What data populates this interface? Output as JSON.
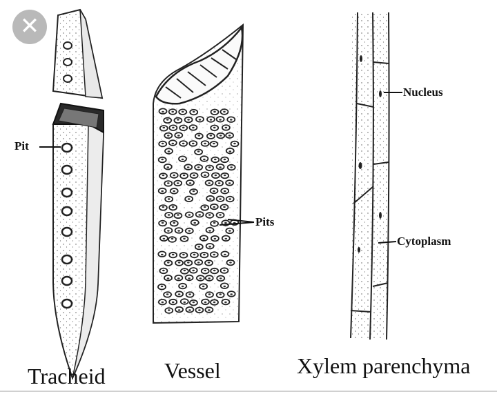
{
  "diagram": {
    "captions": {
      "tracheid": "Tracheid",
      "vessel": "Vessel",
      "parenchyma": "Xylem parenchyma"
    },
    "labels": {
      "pit": "Pit",
      "pits": "Pits",
      "nucleus": "Nucleus",
      "cytoplasm": "Cytoplasm"
    }
  },
  "controls": {
    "close_icon": "close-icon",
    "close_glyph": "✕"
  }
}
